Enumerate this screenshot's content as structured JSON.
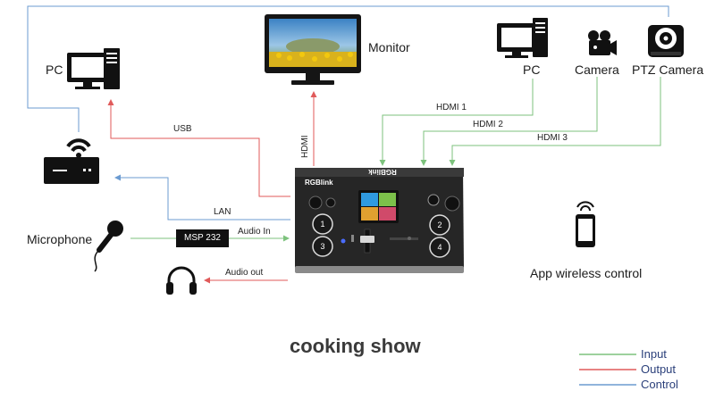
{
  "devices": {
    "pc_left": "PC",
    "monitor": "Monitor",
    "pc_right": "PC",
    "camera": "Camera",
    "ptz_camera": "PTZ Camera",
    "microphone": "Microphone",
    "app": "App wireless control"
  },
  "connections": {
    "hdmi1": "HDMI 1",
    "hdmi2": "HDMI 2",
    "hdmi3": "HDMI 3",
    "hdmi_out": "HDMI",
    "usb": "USB",
    "lan": "LAN",
    "audio_in": "Audio In",
    "audio_out": "Audio out",
    "msp": "MSP 232"
  },
  "switcher": {
    "brand": "RGBlink",
    "brand_back": "RGBlink",
    "buttons": [
      "1",
      "2",
      "3",
      "4"
    ]
  },
  "title": "cooking show",
  "legend": {
    "input": "Input",
    "output": "Output",
    "control": "Control"
  },
  "colors": {
    "input": "#7dc27d",
    "output": "#e05a5a",
    "control": "#6b9bd1"
  }
}
